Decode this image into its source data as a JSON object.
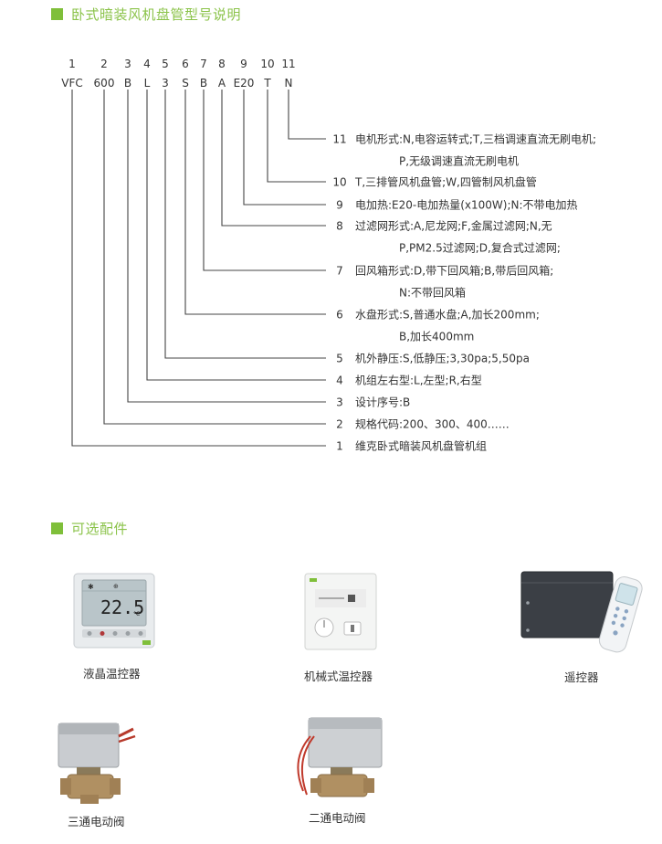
{
  "section1": {
    "title": "卧式暗装风机盘管型号说明"
  },
  "model": {
    "positions": [
      "1",
      "2",
      "3",
      "4",
      "5",
      "6",
      "7",
      "8",
      "9",
      "10",
      "11"
    ],
    "codes": [
      "VFC",
      "600",
      "B",
      "L",
      "3",
      "S",
      "B",
      "A",
      "E20",
      "T",
      "N"
    ]
  },
  "descriptions": [
    {
      "num": "11",
      "lines": [
        "电机形式:N,电容运转式;T,三档调速直流无刷电机;",
        "P,无级调速直流无刷电机"
      ]
    },
    {
      "num": "10",
      "lines": [
        "T,三排管风机盘管;W,四管制风机盘管"
      ]
    },
    {
      "num": "9",
      "lines": [
        "电加热:E20-电加热量(x100W);N:不带电加热"
      ]
    },
    {
      "num": "8",
      "lines": [
        "过滤网形式:A,尼龙网;F,金属过滤网;N,无",
        "P,PM2.5过滤网;D,复合式过滤网;"
      ]
    },
    {
      "num": "7",
      "lines": [
        "回风箱形式:D,带下回风箱;B,带后回风箱;",
        "N:不带回风箱"
      ]
    },
    {
      "num": "6",
      "lines": [
        "水盘形式:S,普通水盘;A,加长200mm;",
        "B,加长400mm"
      ]
    },
    {
      "num": "5",
      "lines": [
        "机外静压:S,低静压;3,30pa;5,50pa"
      ]
    },
    {
      "num": "4",
      "lines": [
        "机组左右型:L,左型;R,右型"
      ]
    },
    {
      "num": "3",
      "lines": [
        "设计序号:B"
      ]
    },
    {
      "num": "2",
      "lines": [
        "规格代码:200、300、400……"
      ]
    },
    {
      "num": "1",
      "lines": [
        "维克卧式暗装风机盘管机组"
      ]
    }
  ],
  "section2": {
    "title": "可选配件"
  },
  "accessories": [
    {
      "label": "液晶温控器",
      "lcd_text": "22.5",
      "lcd_unit": "°C"
    },
    {
      "label": "机械式温控器"
    },
    {
      "label": "遥控器"
    },
    {
      "label": "三通电动阀"
    },
    {
      "label": "二通电动阀"
    }
  ],
  "colors": {
    "accent": "#8bc34a",
    "text": "#333333",
    "line": "#444444"
  }
}
